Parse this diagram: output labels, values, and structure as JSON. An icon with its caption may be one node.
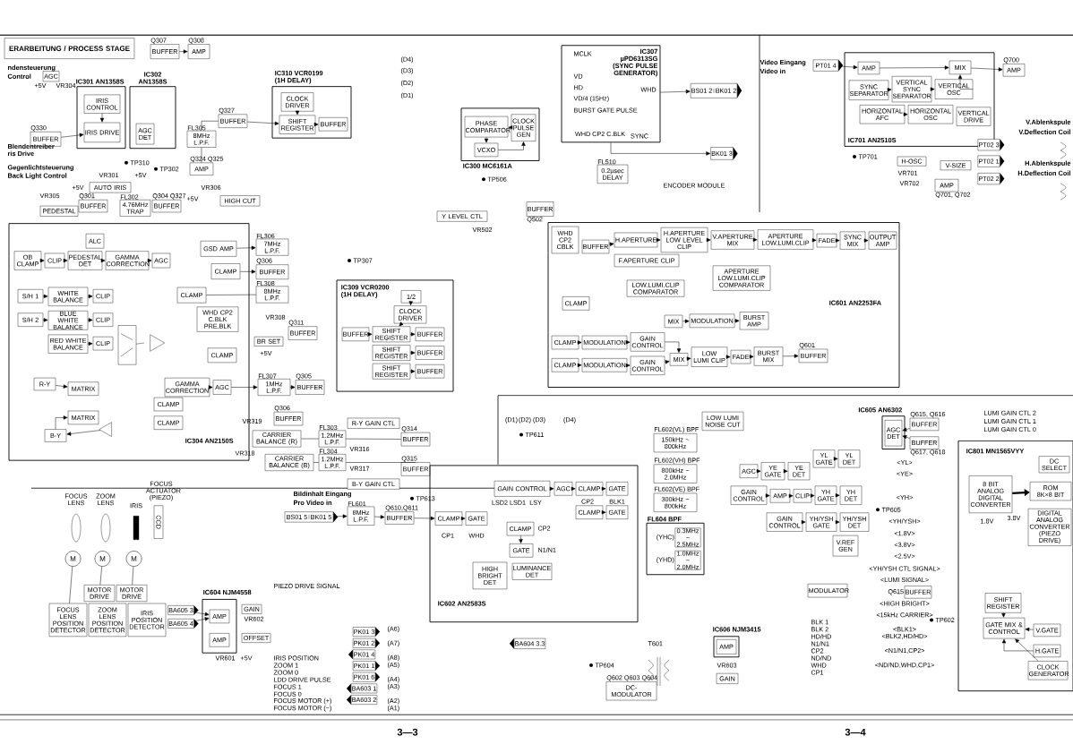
{
  "diagram": {
    "nodes": [
      {
        "text": [
          "ERARBEITUNG / PROCESS STAGE"
        ]
      },
      {
        "text": [
          "IC301 AN1358S"
        ]
      },
      {
        "text": [
          "IRIS CONTROL"
        ],
        "in": 1
      },
      {
        "text": [
          "IRIS DRIVE"
        ],
        "in": 1
      },
      {
        "text": [
          "IC302 AN1358S"
        ]
      },
      {
        "text": [
          "AGC DET"
        ],
        "in": 4
      },
      {
        "text": [
          "BUFFER"
        ],
        "beside": [
          "Q307"
        ]
      },
      {
        "text": [
          "AMP"
        ],
        "beside": [
          "Q308"
        ]
      },
      {
        "text": [
          "IC310 VCR0199",
          "(1H DELAY)"
        ]
      },
      {
        "text": [
          "CLOCK DRIVER"
        ],
        "in": 8
      },
      {
        "text": [
          "SHIFT REGISTER"
        ],
        "in": 8
      },
      {
        "text": [
          "BUFFER"
        ],
        "in": 8
      },
      {
        "text": [
          "BUFFER"
        ],
        "beside": [
          "Q327"
        ]
      },
      {
        "text": [
          "8MHz L.P.F."
        ],
        "beside": [
          "FL305"
        ]
      },
      {
        "text": [
          "AMP"
        ],
        "beside": [
          "Q324 Q325"
        ]
      },
      {
        "text": [
          "BUFFER"
        ],
        "beside": [
          "Q330"
        ]
      },
      {
        "text": [
          "AUTO IRIS"
        ]
      },
      {
        "text": [
          "4.76MHz TRAP"
        ],
        "beside": [
          "FL302"
        ]
      },
      {
        "text": [
          "BUFFER"
        ],
        "beside": [
          "Q301"
        ]
      },
      {
        "text": [
          "BUFFER"
        ],
        "beside": [
          "Q304 Q327"
        ]
      },
      {
        "text": [
          "PEDESTAL"
        ]
      },
      {
        "text": [
          "HIGH CUT"
        ]
      },
      {
        "text": [
          "AGC"
        ]
      },
      {
        "text": [
          "IC304 AN2150S"
        ]
      },
      {
        "text": [
          "ALC"
        ],
        "in": 23
      },
      {
        "text": [
          "OB CLAMP"
        ],
        "in": 23
      },
      {
        "text": [
          "CLIP"
        ],
        "in": 23
      },
      {
        "text": [
          "PEDESTAL DET"
        ],
        "in": 23
      },
      {
        "text": [
          "GAMMA CORRECTION"
        ],
        "in": 23
      },
      {
        "text": [
          "AGC"
        ],
        "in": 23
      },
      {
        "text": [
          "S/H 1"
        ],
        "in": 23
      },
      {
        "text": [
          "WHITE BALANCE"
        ],
        "in": 23
      },
      {
        "text": [
          "CLIP"
        ],
        "in": 23
      },
      {
        "text": [
          "S/H 2"
        ],
        "in": 23
      },
      {
        "text": [
          "BLUE WHITE BALANCE"
        ],
        "in": 23
      },
      {
        "text": [
          "CLIP"
        ],
        "in": 23
      },
      {
        "text": [
          "RED WHITE BALANCE"
        ],
        "in": 23
      },
      {
        "text": [
          "CLIP"
        ],
        "in": 23
      },
      {
        "text": [
          "GSD AMP"
        ],
        "in": 23
      },
      {
        "text": [
          "CLAMP"
        ],
        "in": 23
      },
      {
        "text": [
          "CLAMP"
        ],
        "in": 23
      },
      {
        "text": [
          "WHD CP2 C.BLK PRE.BLK"
        ],
        "in": 23
      },
      {
        "text": [
          "CLAMP"
        ],
        "in": 23
      },
      {
        "text": [
          "GAMMA CORRECTION"
        ],
        "in": 23
      },
      {
        "text": [
          "AGC"
        ],
        "in": 23
      },
      {
        "text": [
          "R-Y"
        ],
        "in": 23
      },
      {
        "text": [
          "MATRIX"
        ],
        "in": 23
      },
      {
        "text": [
          "MATRIX"
        ],
        "in": 23
      },
      {
        "text": [
          "B-Y"
        ],
        "in": 23
      },
      {
        "text": [
          "CLAMP"
        ],
        "in": 23
      },
      {
        "text": [
          "CLAMP"
        ],
        "in": 23
      },
      {
        "text": [],
        "shape": "triangle",
        "in": 23
      },
      {
        "text": [],
        "shape": "triangle",
        "in": 23
      },
      {
        "text": [
          "7MHz L.P.F."
        ],
        "beside": [
          "FL306"
        ]
      },
      {
        "text": [
          "BUFFER"
        ],
        "beside": [
          "Q306"
        ]
      },
      {
        "text": [
          "8MHz L.P.F."
        ],
        "beside": [
          "FL308"
        ]
      },
      {
        "text": [
          "BUFFER"
        ],
        "beside": [
          "Q311"
        ]
      },
      {
        "text": [
          "BR SET"
        ]
      },
      {
        "text": [
          "1MHz L.P.F."
        ],
        "beside": [
          "FL307"
        ]
      },
      {
        "text": [
          "BUFFER"
        ],
        "beside": [
          "Q305"
        ]
      },
      {
        "text": [
          "BUFFER"
        ],
        "beside": [
          "Q306"
        ]
      },
      {
        "text": [
          "CARRIER BALANCE (R)"
        ]
      },
      {
        "text": [
          "CARRIER BALANCE (B)"
        ]
      },
      {
        "text": [
          "1.2MHz L.P.F."
        ],
        "beside": [
          "FL303"
        ]
      },
      {
        "text": [
          "1.2MHz L.P.F."
        ],
        "beside": [
          "FL304"
        ]
      },
      {
        "text": [
          "R-Y GAIN CTL"
        ]
      },
      {
        "text": [
          "B-Y GAIN CTL"
        ]
      },
      {
        "text": [
          "BUFFER"
        ],
        "beside": [
          "Q314"
        ]
      },
      {
        "text": [
          "BUFFER"
        ],
        "beside": [
          "Q315"
        ]
      },
      {
        "text": [
          "IC309 VCR0200",
          "(1H DELAY)"
        ]
      },
      {
        "text": [
          "1/2"
        ],
        "in": 69
      },
      {
        "text": [
          "CLOCK DRIVER"
        ],
        "in": 69
      },
      {
        "text": [
          "SHIFT REGISTER"
        ],
        "in": 69
      },
      {
        "text": [
          "SHIFT REGISTER"
        ],
        "in": 69
      },
      {
        "text": [
          "SHIFT REGISTER"
        ],
        "in": 69
      },
      {
        "text": [
          "BUFFER"
        ],
        "in": 69
      },
      {
        "text": [
          "BUFFER"
        ],
        "in": 69
      },
      {
        "text": [
          "BUFFER"
        ],
        "in": 69
      },
      {
        "text": [
          "BUFFER"
        ],
        "in": 69
      },
      {
        "text": [
          "IC307 µPD6313SG",
          "(SYNC PULSE GENERATOR)"
        ]
      },
      {
        "text": [
          "IC300 MC6161A"
        ]
      },
      {
        "text": [
          "PHASE COMPARATOR"
        ],
        "in": 80
      },
      {
        "text": [
          "CLOCK PULSE GEN"
        ],
        "in": 80
      },
      {
        "text": [
          "VCXO"
        ],
        "in": 80
      },
      {
        "text": [
          "BS01 2",
          "BK01 2"
        ]
      },
      {
        "text": [
          "BK01 3"
        ]
      },
      {
        "text": [
          "0.2µsec DELAY"
        ],
        "beside": [
          "FL510"
        ]
      },
      {
        "text": [
          "Y LEVEL CTL"
        ]
      },
      {
        "text": [
          "BUFFER"
        ],
        "beside": [
          "Q502"
        ]
      },
      {
        "text": [
          "IC601 AN2253FA"
        ]
      },
      {
        "text": [
          "WHD CP2 CBLK"
        ],
        "in": 89
      },
      {
        "text": [
          "BUFFER"
        ],
        "in": 89
      },
      {
        "text": [
          "H.APERTURE"
        ],
        "in": 89
      },
      {
        "text": [
          "H.APERTURE LOW LEVEL CLIP"
        ],
        "in": 89
      },
      {
        "text": [
          "V.APERTURE MIX"
        ],
        "in": 89
      },
      {
        "text": [
          "APERTURE LOW.LUMI.CLIP"
        ],
        "in": 89
      },
      {
        "text": [
          "FADE"
        ],
        "in": 89
      },
      {
        "text": [
          "SYNC MIX"
        ],
        "in": 89
      },
      {
        "text": [
          "OUTPUT AMP"
        ],
        "in": 89
      },
      {
        "text": [
          "F.APERTURE CLIP"
        ],
        "in": 89
      },
      {
        "text": [
          "APERTURE LOW.LUMI.CLIP COMPARATOR"
        ],
        "in": 89
      },
      {
        "text": [
          "LOW.LUMI.CLIP COMPARATOR"
        ],
        "in": 89
      },
      {
        "text": [
          "CLAMP"
        ],
        "in": 89
      },
      {
        "text": [
          "MIX"
        ],
        "in": 89
      },
      {
        "text": [
          "MODULATION"
        ],
        "in": 89
      },
      {
        "text": [
          "BURST AMP"
        ],
        "in": 89
      },
      {
        "text": [
          "CLAMP"
        ],
        "in": 89
      },
      {
        "text": [
          "MODULATION"
        ],
        "in": 89
      },
      {
        "text": [
          "GAIN CONTROL"
        ],
        "in": 89
      },
      {
        "text": [
          "CLAMP"
        ],
        "in": 89
      },
      {
        "text": [
          "MODULATION"
        ],
        "in": 89
      },
      {
        "text": [
          "GAIN CONTROL"
        ],
        "in": 89
      },
      {
        "text": [
          "MIX"
        ],
        "in": 89
      },
      {
        "text": [
          "LOW LUMI CLIP"
        ],
        "in": 89
      },
      {
        "text": [
          "FADE"
        ],
        "in": 89
      },
      {
        "text": [
          "BURST MIX"
        ],
        "in": 89
      },
      {
        "text": [
          "BUFFER"
        ],
        "beside": [
          "Q601"
        ],
        "in": 89
      },
      {
        "text": [
          "IC701 AN2510S"
        ]
      },
      {
        "text": [
          "AMP"
        ],
        "in": 117
      },
      {
        "text": [
          "SYNC SEPARATOR"
        ],
        "in": 117
      },
      {
        "text": [
          "VERTICAL SYNC SEPARATOR"
        ],
        "in": 117
      },
      {
        "text": [
          "VERTICAL OSC"
        ],
        "in": 117
      },
      {
        "text": [
          "MIX"
        ],
        "in": 117
      },
      {
        "text": [
          "HORIZONTAL AFC"
        ],
        "in": 117
      },
      {
        "text": [
          "HORIZONTAL OSC"
        ],
        "in": 117
      },
      {
        "text": [
          "VERTICAL DRIVE"
        ],
        "in": 117
      },
      {
        "text": [
          "AMP"
        ],
        "beside": [
          "Q700"
        ]
      },
      {
        "text": [
          "PT01 4"
        ]
      },
      {
        "text": [
          "AMP"
        ],
        "beside": [
          "Q701, Q702"
        ]
      },
      {
        "text": [
          "PT02 3"
        ]
      },
      {
        "text": [
          "PT02 1"
        ]
      },
      {
        "text": [
          "PT02 2"
        ]
      },
      {
        "text": [
          "H-OSC"
        ]
      },
      {
        "text": [
          "V-SIZE"
        ]
      },
      {
        "text": [
          "IC602 AN2583S"
        ]
      },
      {
        "text": [
          "GAIN CONTROL"
        ],
        "in": 134
      },
      {
        "text": [
          "AGC"
        ],
        "in": 134
      },
      {
        "text": [
          "CLAMP"
        ],
        "in": 134
      },
      {
        "text": [
          "GATE"
        ],
        "in": 134
      },
      {
        "text": [
          "CLAMP"
        ],
        "in": 134
      },
      {
        "text": [
          "GATE"
        ],
        "in": 134
      },
      {
        "text": [
          "CLAMP"
        ],
        "in": 134
      },
      {
        "text": [
          "GATE"
        ],
        "in": 134
      },
      {
        "text": [
          "CLAMP"
        ],
        "in": 134
      },
      {
        "text": [
          "GATE"
        ],
        "in": 134
      },
      {
        "text": [
          "HIGH BRIGHT DET"
        ],
        "in": 134
      },
      {
        "text": [
          "LUMINANCE DET"
        ],
        "in": 134
      },
      {
        "text": [
          "BUFFER"
        ],
        "beside": [
          "Q610,Q611"
        ]
      },
      {
        "text": [
          "8MHz L.P.F."
        ],
        "beside": [
          "FL601"
        ]
      },
      {
        "text": [
          "BS01 5",
          "BK01 5"
        ]
      },
      {
        "text": [
          "150kHz ~ 800kHz"
        ],
        "beside": [
          "FL602(VL) BPF"
        ]
      },
      {
        "text": [
          "800kHz ~ 2.0MHz"
        ],
        "beside": [
          "FL602(VH) BPF"
        ]
      },
      {
        "text": [
          "300kHz ~ 800kHz"
        ],
        "beside": [
          "FL602(VE) BPF"
        ]
      },
      {
        "text": [
          "FL604 BPF"
        ]
      },
      {
        "text": [
          "0.3MHz ~ 2.5MHz"
        ],
        "beside": [
          "(YHC)"
        ],
        "in": 153
      },
      {
        "text": [
          "1.0MHz ~ 2.0MHz"
        ],
        "beside": [
          "(YHD)"
        ],
        "in": 153
      },
      {
        "text": [
          "LOW LUMI NOISE CUT"
        ]
      },
      {
        "text": [
          "IC605 AN6302"
        ]
      },
      {
        "text": [
          "AGC DET"
        ],
        "in": 157
      },
      {
        "text": [
          "BUFFER"
        ],
        "beside": [
          "Q615, Q616"
        ]
      },
      {
        "text": [
          "BUFFER"
        ],
        "beside": [
          "Q617, Q618"
        ]
      },
      {
        "text": [
          "AGC"
        ]
      },
      {
        "text": [
          "YE GATE"
        ]
      },
      {
        "text": [
          "YE DET"
        ]
      },
      {
        "text": [
          "YL GATE"
        ]
      },
      {
        "text": [
          "YL DET"
        ]
      },
      {
        "text": [
          "GAIN CONTROL"
        ]
      },
      {
        "text": [
          "AMP"
        ]
      },
      {
        "text": [
          "CLIP"
        ]
      },
      {
        "text": [
          "YH GATE"
        ]
      },
      {
        "text": [
          "YH DET"
        ]
      },
      {
        "text": [
          "GAIN CONTROL"
        ]
      },
      {
        "text": [
          "YH/YSH GATE"
        ]
      },
      {
        "text": [
          "YH/YSH DET"
        ]
      },
      {
        "text": [
          "V.REF GEN"
        ]
      },
      {
        "text": [
          "MODULATOR"
        ]
      },
      {
        "text": [
          "BUFFER"
        ],
        "beside": [
          "Q615"
        ]
      },
      {
        "text": [
          "DC-MODULATOR"
        ],
        "beside": [
          "Q602 Q603 Q604"
        ]
      },
      {
        "text": [
          "IC606 NJM3415"
        ]
      },
      {
        "text": [
          "AMP"
        ],
        "in": 178
      },
      {
        "text": [
          "GAIN"
        ]
      },
      {
        "text": [
          "BA604 3.3"
        ]
      },
      {
        "text": [
          "IC801 MN1565VYY"
        ]
      },
      {
        "text": [
          "8 BIT ANALOG DIGITAL CONVERTER"
        ],
        "in": 182
      },
      {
        "text": [
          "DC SELECT"
        ],
        "in": 182
      },
      {
        "text": [
          "ROM 8K×8 BIT"
        ],
        "in": 182
      },
      {
        "text": [
          "DIGITAL ANALOG CONVERTER",
          "(PIEZO DRIVE)"
        ],
        "in": 182
      },
      {
        "text": [
          "SHIFT REGISTER"
        ],
        "in": 182
      },
      {
        "text": [
          "GATE MIX & CONTROL"
        ],
        "in": 182
      },
      {
        "text": [
          "V.GATE"
        ],
        "in": 182
      },
      {
        "text": [
          "H.GATE"
        ],
        "in": 182
      },
      {
        "text": [
          "CLOCK GENERATOR"
        ],
        "in": 182
      },
      {
        "text": [],
        "shape": "ellipse"
      },
      {
        "text": [],
        "shape": "ellipse"
      },
      {
        "text": [],
        "shape": "bar"
      },
      {
        "text": [
          "CCD"
        ]
      },
      {
        "text": [
          "M"
        ]
      },
      {
        "text": [
          "M"
        ]
      },
      {
        "text": [
          "M"
        ]
      },
      {
        "text": [
          "MOTOR DRIVE"
        ]
      },
      {
        "text": [
          "MOTOR DRIVE"
        ]
      },
      {
        "text": [
          "FOCUS LENS POSITION DETECTOR"
        ]
      },
      {
        "text": [
          "ZOOM LENS POSITION DETECTOR"
        ]
      },
      {
        "text": [
          "IRIS POSITION DETECTOR"
        ]
      },
      {
        "text": [
          "BA605 3"
        ]
      },
      {
        "text": [
          "BA605 4"
        ]
      },
      {
        "text": [
          "IC604 NJM4558"
        ]
      },
      {
        "text": [
          "AMP"
        ],
        "in": 206
      },
      {
        "text": [
          "AMP"
        ],
        "in": 206
      },
      {
        "text": [
          "GAIN"
        ]
      },
      {
        "text": [
          "OFFSET"
        ]
      },
      {
        "text": [
          "PK01 3"
        ]
      },
      {
        "text": [
          "PK01 2"
        ]
      },
      {
        "text": [
          "PK01 4"
        ]
      },
      {
        "text": [
          "PK01 1"
        ]
      },
      {
        "text": [
          "PK01 6"
        ]
      },
      {
        "text": [
          "BA603 1"
        ]
      },
      {
        "text": [
          "BA603 2"
        ]
      }
    ],
    "edges": [
      {
        "from": 2,
        "to": 3,
        "arrow": "to"
      },
      {
        "from": 15,
        "to": 3,
        "arrow": "to"
      },
      {
        "from": 6,
        "to": 7,
        "arrow": "to"
      },
      {
        "from": 9,
        "to": 10,
        "arrow": "to"
      },
      {
        "from": 10,
        "to": 11,
        "arrow": "to"
      },
      {
        "from": 12,
        "to": 10,
        "arrow": "to"
      },
      {
        "from": 13,
        "to": 12,
        "arrow": "none"
      },
      {
        "from": 14,
        "to": 13,
        "arrow": "none"
      },
      {
        "from": 25,
        "to": 26,
        "arrow": "to"
      },
      {
        "from": 26,
        "to": 27,
        "arrow": "to"
      },
      {
        "from": 27,
        "to": 28,
        "arrow": "to"
      },
      {
        "from": 28,
        "to": 29,
        "arrow": "to"
      },
      {
        "from": 30,
        "to": 31,
        "arrow": "to"
      },
      {
        "from": 31,
        "to": 32,
        "arrow": "to"
      },
      {
        "from": 33,
        "to": 34,
        "arrow": "to"
      },
      {
        "from": 34,
        "to": 35,
        "arrow": "to"
      },
      {
        "from": 36,
        "to": 37,
        "arrow": "to"
      },
      {
        "from": 38,
        "to": 53,
        "arrow": "to"
      },
      {
        "from": 39,
        "to": 54,
        "arrow": "to"
      },
      {
        "from": 40,
        "to": 55,
        "arrow": "none"
      },
      {
        "from": 43,
        "to": 44,
        "arrow": "to"
      },
      {
        "from": 44,
        "to": 58,
        "arrow": "to"
      },
      {
        "from": 58,
        "to": 59,
        "arrow": "to"
      },
      {
        "from": 45,
        "to": 46,
        "arrow": "to"
      },
      {
        "from": 48,
        "to": 47,
        "arrow": "to"
      },
      {
        "from": 52,
        "to": 48,
        "arrow": "to"
      },
      {
        "from": 63,
        "to": 67,
        "arrow": "none"
      },
      {
        "from": 64,
        "to": 68,
        "arrow": "none"
      },
      {
        "from": 61,
        "to": 63,
        "arrow": "none"
      },
      {
        "from": 62,
        "to": 64,
        "arrow": "none"
      },
      {
        "from": 70,
        "to": 71,
        "arrow": "to"
      },
      {
        "from": 71,
        "to": 72,
        "arrow": "to"
      },
      {
        "from": 78,
        "to": 72,
        "arrow": "to"
      },
      {
        "from": 72,
        "to": 75,
        "arrow": "to"
      },
      {
        "from": 73,
        "to": 76,
        "arrow": "to"
      },
      {
        "from": 74,
        "to": 77,
        "arrow": "to"
      },
      {
        "from": 81,
        "to": 83,
        "arrow": "to"
      },
      {
        "from": 83,
        "to": 82,
        "arrow": "to"
      },
      {
        "from": 82,
        "to": 81,
        "arrow": "to"
      },
      {
        "from": 79,
        "to": 84,
        "arrow": "to"
      },
      {
        "from": 79,
        "to": 85,
        "arrow": "to"
      },
      {
        "from": 91,
        "to": 92,
        "arrow": "to"
      },
      {
        "from": 92,
        "to": 93,
        "arrow": "to"
      },
      {
        "from": 93,
        "to": 94,
        "arrow": "to"
      },
      {
        "from": 94,
        "to": 95,
        "arrow": "to"
      },
      {
        "from": 95,
        "to": 96,
        "arrow": "to"
      },
      {
        "from": 96,
        "to": 97,
        "arrow": "to"
      },
      {
        "from": 97,
        "to": 98,
        "arrow": "to"
      },
      {
        "from": 103,
        "to": 104,
        "arrow": "to"
      },
      {
        "from": 104,
        "to": 105,
        "arrow": "to"
      },
      {
        "from": 106,
        "to": 107,
        "arrow": "to"
      },
      {
        "from": 107,
        "to": 108,
        "arrow": "to"
      },
      {
        "from": 109,
        "to": 110,
        "arrow": "to"
      },
      {
        "from": 110,
        "to": 111,
        "arrow": "to"
      },
      {
        "from": 108,
        "to": 112,
        "arrow": "to"
      },
      {
        "from": 111,
        "to": 112,
        "arrow": "to"
      },
      {
        "from": 112,
        "to": 113,
        "arrow": "to"
      },
      {
        "from": 113,
        "to": 114,
        "arrow": "to"
      },
      {
        "from": 114,
        "to": 115,
        "arrow": "to"
      },
      {
        "from": 115,
        "to": 116,
        "arrow": "to"
      },
      {
        "from": 127,
        "to": 118,
        "arrow": "to"
      },
      {
        "from": 118,
        "to": 122,
        "arrow": "to"
      },
      {
        "from": 119,
        "to": 120,
        "arrow": "to"
      },
      {
        "from": 120,
        "to": 121,
        "arrow": "to"
      },
      {
        "from": 121,
        "to": 122,
        "arrow": "to"
      },
      {
        "from": 123,
        "to": 124,
        "arrow": "to"
      },
      {
        "from": 122,
        "to": 126,
        "arrow": "to"
      },
      {
        "from": 149,
        "to": 148,
        "arrow": "to"
      },
      {
        "from": 148,
        "to": 147,
        "arrow": "to"
      },
      {
        "from": 147,
        "to": 141,
        "arrow": "to"
      },
      {
        "from": 141,
        "to": 142,
        "arrow": "to"
      },
      {
        "from": 135,
        "to": 136,
        "arrow": "to"
      },
      {
        "from": 136,
        "to": 137,
        "arrow": "to"
      },
      {
        "from": 137,
        "to": 138,
        "arrow": "to"
      },
      {
        "from": 139,
        "to": 140,
        "arrow": "to"
      },
      {
        "from": 143,
        "to": 144,
        "arrow": "to"
      },
      {
        "from": 161,
        "to": 162,
        "arrow": "to"
      },
      {
        "from": 162,
        "to": 163,
        "arrow": "to"
      },
      {
        "from": 164,
        "to": 165,
        "arrow": "to"
      },
      {
        "from": 166,
        "to": 167,
        "arrow": "to"
      },
      {
        "from": 167,
        "to": 168,
        "arrow": "to"
      },
      {
        "from": 168,
        "to": 169,
        "arrow": "to"
      },
      {
        "from": 169,
        "to": 170,
        "arrow": "to"
      },
      {
        "from": 171,
        "to": 172,
        "arrow": "to"
      },
      {
        "from": 172,
        "to": 173,
        "arrow": "to"
      },
      {
        "from": 159,
        "to": 158,
        "arrow": "to"
      },
      {
        "from": 160,
        "to": 158,
        "arrow": "to"
      },
      {
        "from": 187,
        "to": 188,
        "arrow": "to"
      },
      {
        "from": 189,
        "to": 188,
        "arrow": "to"
      },
      {
        "from": 190,
        "to": 188,
        "arrow": "to"
      },
      {
        "from": 191,
        "to": 188,
        "arrow": "to"
      },
      {
        "from": 183,
        "to": 185,
        "arrow": "to",
        "style": "thick"
      },
      {
        "from": 196,
        "to": 201,
        "arrow": "none"
      },
      {
        "from": 199,
        "to": 197,
        "arrow": "none"
      },
      {
        "from": 200,
        "to": 198,
        "arrow": "none"
      },
      {
        "from": 204,
        "to": 207,
        "arrow": "to"
      },
      {
        "from": 205,
        "to": 207,
        "arrow": "to"
      }
    ],
    "labels": [
      "MCLK",
      "(D4)",
      "Video Eingang",
      "ndensteuerung",
      "(D3)",
      "Video in",
      "Control",
      "VD",
      "+5V",
      "VR304",
      "(D2)",
      "HD",
      "WHD",
      "(D1)",
      "VD/4 (15Hz)",
      "BURST GATE PULSE",
      "V.Ablenkspule",
      "WHD CP2 C.BLK",
      "SYNC",
      "V.Deflection Coil",
      "Blendentreiber",
      "TP701",
      "VR701",
      "ris Drive",
      "Gegenlichtsteuerung",
      "TP310",
      "H.Ablenkspule",
      "VR301",
      "TP302",
      "VR702",
      "H.Deflection Coil",
      "Back Light Control",
      "+5V",
      "TP506",
      "+5V",
      "ENCODER MODULE",
      "VR305",
      "+5V",
      "VR306",
      "VR502",
      "TP307",
      "VR308",
      "+5V",
      "LUMI GAIN CTL 2",
      "VR319",
      "(D1)",
      "(D2)",
      "(D3)",
      "(D4)",
      "LUMI GAIN CTL 1",
      "LUMI GAIN CTL 0",
      "TP611",
      "VR318",
      "VR316",
      "<YL>",
      "VR317",
      "<YE>",
      "FOCUS ACTUATOR (PIEZO)",
      "Bildinhalt Eingang",
      "TP613",
      "<YH>",
      "FOCUS LENS",
      "ZOOM LENS",
      "IRIS",
      "Pro Video in",
      "LSD2",
      "LSD1",
      "LSY",
      "CP2",
      "BLK1",
      "TP605",
      "<YH/YSH>",
      "1.8V",
      "3.8V",
      "CP1",
      "WHD",
      "CP2",
      "<1.8V>",
      "<3.8V>",
      "N1/N1",
      "<2.5V>",
      "<YH/YSH CTL SIGNAL>",
      "<LUMI SIGNAL>",
      "PIEZO DRIVE SIGNAL",
      "<HIGH BRIGHT>",
      "VR602",
      "<15kHz CARRIER>",
      "TP602",
      "BLK 1",
      "(A6)",
      "BLK 2",
      "<BLK1>",
      "HD/HD",
      "<BLK2,HD/HD>",
      "(A7)",
      "T601",
      "N1/N1",
      "CP2",
      "<N1/N1,CP2>",
      "VR601",
      "+5V",
      "IRIS POSITION",
      "(A8)",
      "ND/ND",
      "ZOOM 1",
      "(A5)",
      "TP604",
      "VR603",
      "WHD",
      "<ND/ND,WHD,CP1>",
      "ZOOM 0",
      "CP1",
      "LDD DRIVE PULSE",
      "(A4)",
      "FOCUS 1",
      "(A3)",
      "FOCUS 0",
      "FOCUS MOTOR (+)",
      "(A2)",
      "FOCUS MOTOR (−)",
      "(A1)",
      "3—3",
      "3—4"
    ]
  }
}
